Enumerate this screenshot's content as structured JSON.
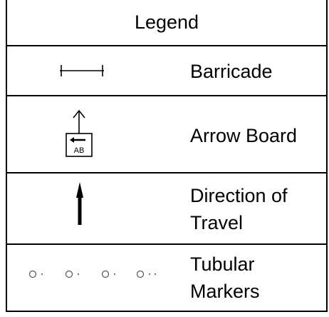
{
  "legend": {
    "title": "Legend",
    "items": [
      {
        "label_lines": [
          "Barricade"
        ],
        "symbol": "barricade-icon"
      },
      {
        "label_lines": [
          "Arrow Board"
        ],
        "symbol": "arrow-board-icon",
        "symbol_text": "AB"
      },
      {
        "label_lines": [
          "Direction of",
          "Travel"
        ],
        "symbol": "direction-arrow-icon"
      },
      {
        "label_lines": [
          "Tubular",
          "Markers"
        ],
        "symbol": "tubular-markers-icon"
      }
    ]
  }
}
